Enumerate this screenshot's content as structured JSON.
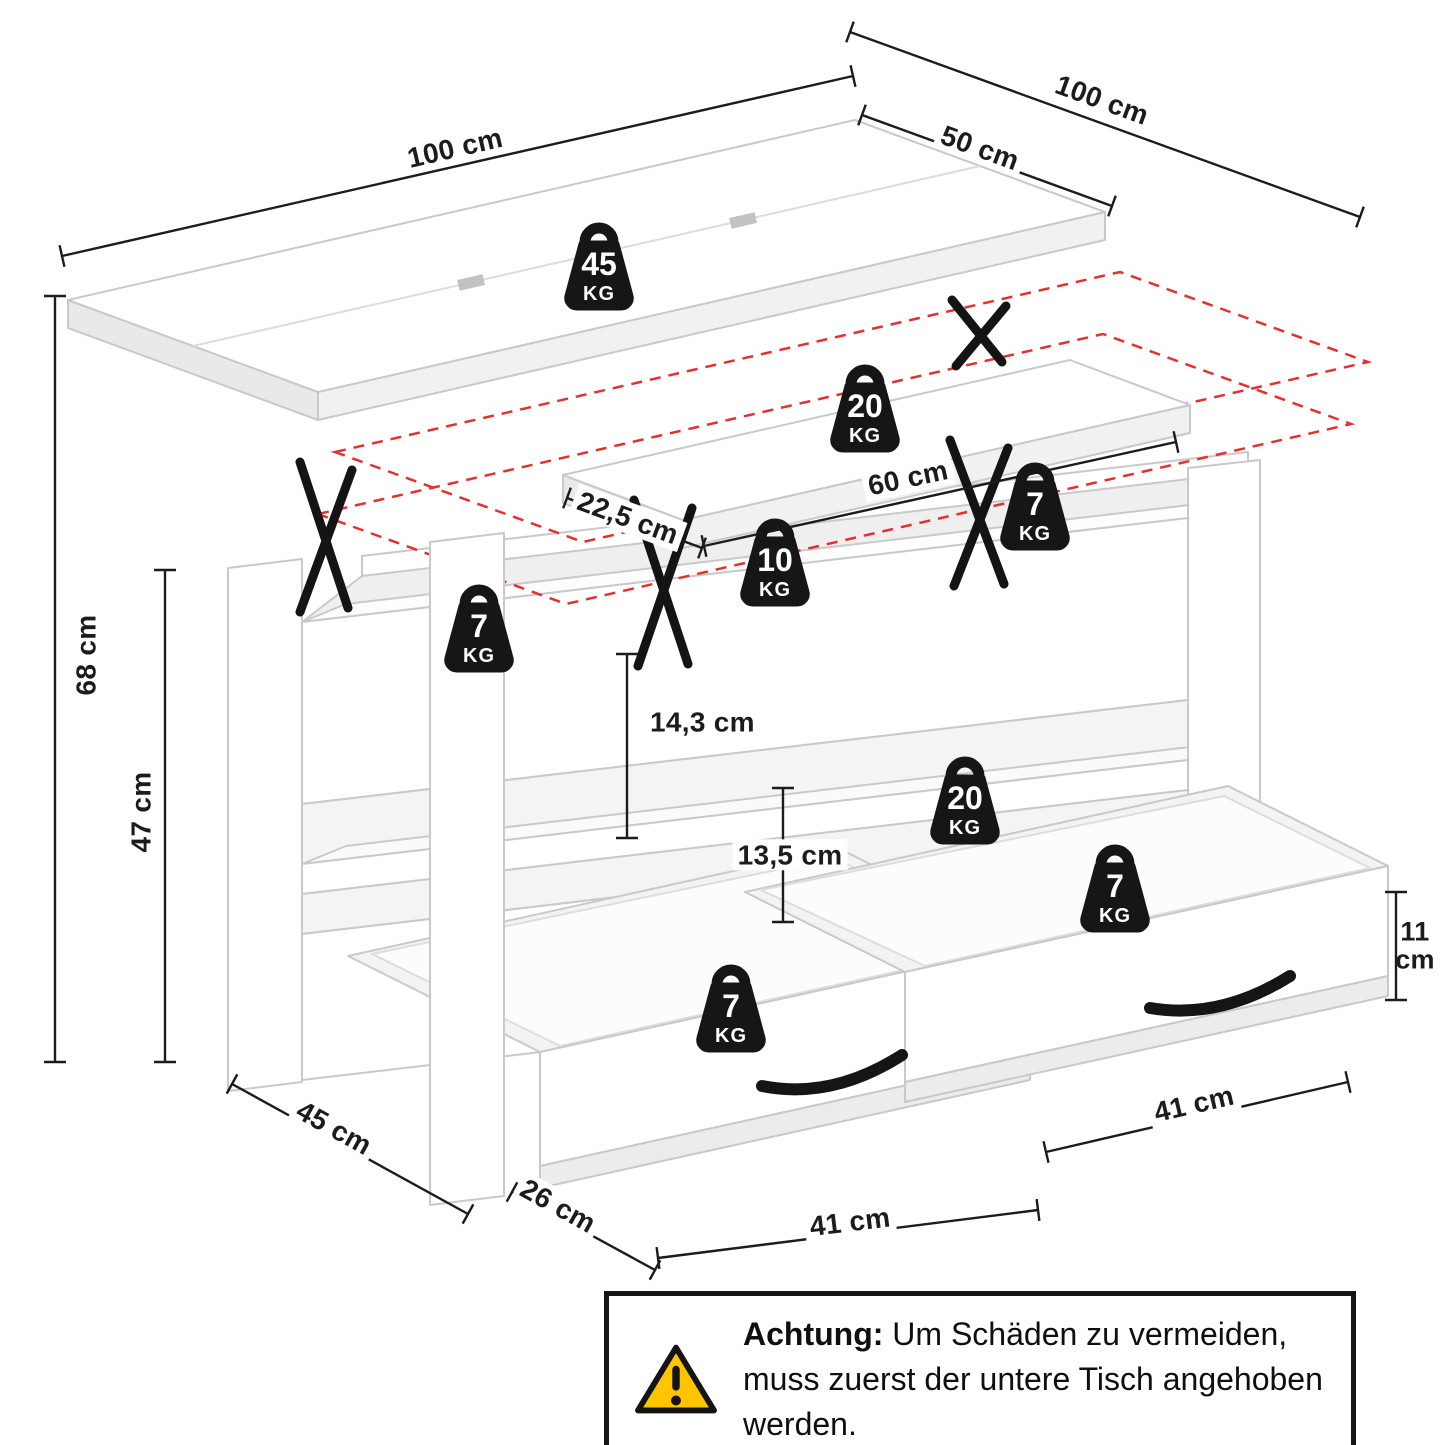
{
  "figure": {
    "type": "product-dimension-diagram",
    "subject": "Lift-top coffee table with fold-out top, shelf and two drawers"
  },
  "dimensions": {
    "top_width": "100 cm",
    "top_depth_closed": "50 cm",
    "top_depth_open": "100 cm",
    "height_open": "68 cm",
    "height_closed": "47 cm",
    "lift_panel_offset": "22,5 cm",
    "lift_panel_width": "60 cm",
    "lift_inner_depth": "14,3 cm",
    "shelf_clearance": "13,5 cm",
    "body_depth": "45 cm",
    "leg_to_drawer": "26 cm",
    "drawer_left_width": "41 cm",
    "drawer_right_width": "41 cm",
    "drawer_front_height": "11 cm"
  },
  "load_capacities": {
    "unit": "KG",
    "main_top": "45",
    "small_lift_top": "20",
    "right_lift_support": "7",
    "center_lift_support": "10",
    "left_lift_support": "7",
    "middle_shelf": "20",
    "right_drawer": "7",
    "left_drawer": "7"
  },
  "warning": {
    "label": "Achtung:",
    "text": "Um Schäden zu vermeiden, muss zuerst der untere Tisch angehoben werden.",
    "icon": "warning-triangle-icon"
  },
  "colors": {
    "dimension_ink": "#1c1c1c",
    "ghost_outline_red": "#e53030",
    "warning_yellow": "#FFC400",
    "furniture_white": "#ffffff",
    "furniture_edge": "#c9c9c9"
  }
}
